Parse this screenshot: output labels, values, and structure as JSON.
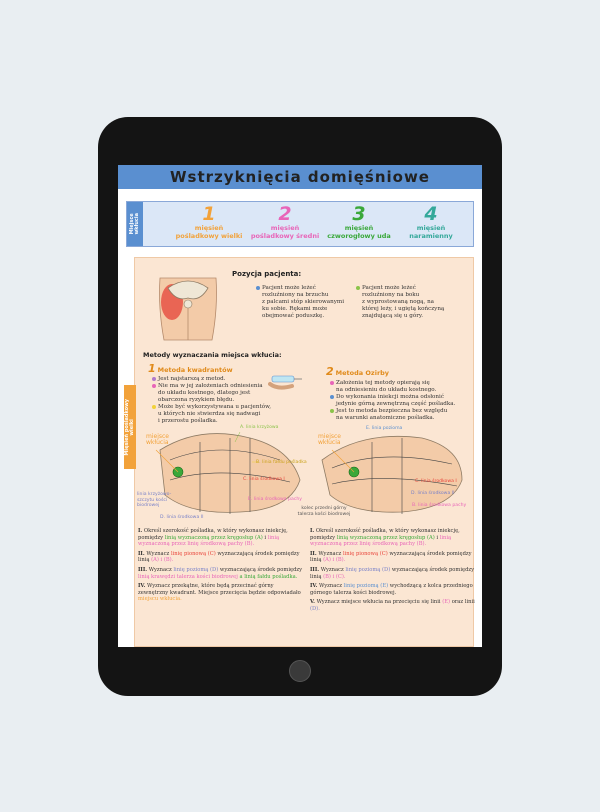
{
  "title": "Wstrzyknięcia domięśniowe",
  "muscle_section": {
    "side_label_1": "Miejsce",
    "side_label_2": "wkłucia",
    "items": [
      {
        "num": "1",
        "line1": "mięsień",
        "line2": "pośladkowy wielki",
        "color": "#f2a23a"
      },
      {
        "num": "2",
        "line1": "mięsień",
        "line2": "pośladkowy średni",
        "color": "#e865b8"
      },
      {
        "num": "3",
        "line1": "mięsień",
        "line2": "czworogłowy uda",
        "color": "#3aa83a"
      },
      {
        "num": "4",
        "line1": "mięsień",
        "line2": "naramienny",
        "color": "#34a89a"
      }
    ]
  },
  "main_side_label_1": "Mięsień pośladkowy",
  "main_side_label_2": "wielki",
  "position": {
    "title": "Pozycja pacjenta:",
    "left_lines": [
      "Pacjent może leżeć",
      "rozluźniony na brzuchu",
      "z palcami stóp skierowanymi",
      "ku sobie. Rękami może",
      "obejmować poduszkę."
    ],
    "right_lines": [
      "Pacjent może leżeć",
      "rozluźniony na boku",
      "z wyprostowaną nogą, na",
      "której leży, i ugiętą kończyną",
      "znajdującą się u góry."
    ]
  },
  "methods_title": "Metody wyznaczania miejsca wkłucia:",
  "method1": {
    "num": "1",
    "name": "Metoda kwadrantów",
    "bullets": [
      [
        "Jest najstarszą z metod."
      ],
      [
        "Nie ma w jej założeniach odniesienia",
        "do układu kostnego, dlatego jest",
        "obarczona ryzykiem błędu."
      ],
      [
        "Może być wykorzystywana u pacjentów,",
        "u których nie stwierdza się nadwagi",
        "i przerostu pośladka."
      ]
    ],
    "labels": {
      "site": "miejsce wkłucia",
      "a": "A. linia krzyżowa",
      "b": "B. linia fałdu pośladka",
      "c": "C. linia środkowa I",
      "e": "E. linia środkowa pachy",
      "d": "D. linia środkowa II",
      "trochanter": "linia krzyżowo-szczytu kości biodrowej"
    },
    "steps": [
      {
        "num": "I.",
        "text": "Określ szerokość pośladka, w który wykonasz iniekcję, pomiędzy",
        "a": "linią wyznaczoną przez kręgosłup (A)",
        "mid": "i",
        "b": "linią wyznaczoną przez linię środkową pachy (B)."
      },
      {
        "num": "II.",
        "text": "Wyznacz",
        "a": "linię pionową (C)",
        "mid": "wyznaczającą środek pomiędzy linią",
        "b": "(A) i (B)."
      },
      {
        "num": "III.",
        "text": "Wyznacz",
        "a": "linię poziomą (D)",
        "mid": "wyznaczającą środek pomiędzy",
        "b": "linią krawędzi talerza kości biodrowej",
        "c": "a linią fałdu pośladka."
      },
      {
        "num": "IV.",
        "text": "Wyznacz przekątne, które będą przecinać górny zewnętrzny kwadrant. Miejsce przecięcia będzie odpowiadało",
        "a": "miejscu wkłucia."
      }
    ]
  },
  "method2": {
    "num": "2",
    "name": "Metoda Ozirby",
    "bullets": [
      [
        "Założenia tej metody opierają się",
        "na odniesieniu do układu kostnego."
      ],
      [
        "Do wykonania iniekcji można odsłonić",
        "jedynie górną zewnętrzną część pośladka."
      ],
      [
        "Jest to metoda bezpieczna bez względu",
        "na warunki anatomiczne pośladka."
      ]
    ],
    "labels": {
      "site": "miejsce wkłucia",
      "e": "E. linia pozioma",
      "c": "C. linia środkowa I",
      "d": "D. linia środkowa II",
      "b": "B. linia środkowa pachy",
      "spine": "kolec przedni górny talerza kości biodrowej"
    },
    "steps": [
      {
        "num": "I.",
        "text": "Określ szerokość pośladka, w który wykonasz iniekcję, pomiędzy",
        "a": "linią wyznaczoną przez kręgosłup (A)",
        "mid": "i",
        "b": "linią wyznaczoną przez linię środkową pachy (B)."
      },
      {
        "num": "II.",
        "text": "Wyznacz",
        "a": "linię pionową (C)",
        "mid": "wyznaczającą środek pomiędzy linią",
        "b": "(A) i (B)."
      },
      {
        "num": "III.",
        "text": "Wyznacz",
        "a": "linię poziomą (D)",
        "mid": "wyznaczającą środek pomiędzy linią",
        "b": "(B) i (C)."
      },
      {
        "num": "IV.",
        "text": "Wyznacz",
        "a": "linię poziomą (E)",
        "mid": "wychodzącą z kolca przedniego górnego talerza kości biodrowej."
      },
      {
        "num": "V.",
        "text": "Wyznacz miejsce wkłucia na przecięciu się linii",
        "a": "(E)",
        "mid": "oraz linii",
        "b": "(D)."
      }
    ]
  }
}
